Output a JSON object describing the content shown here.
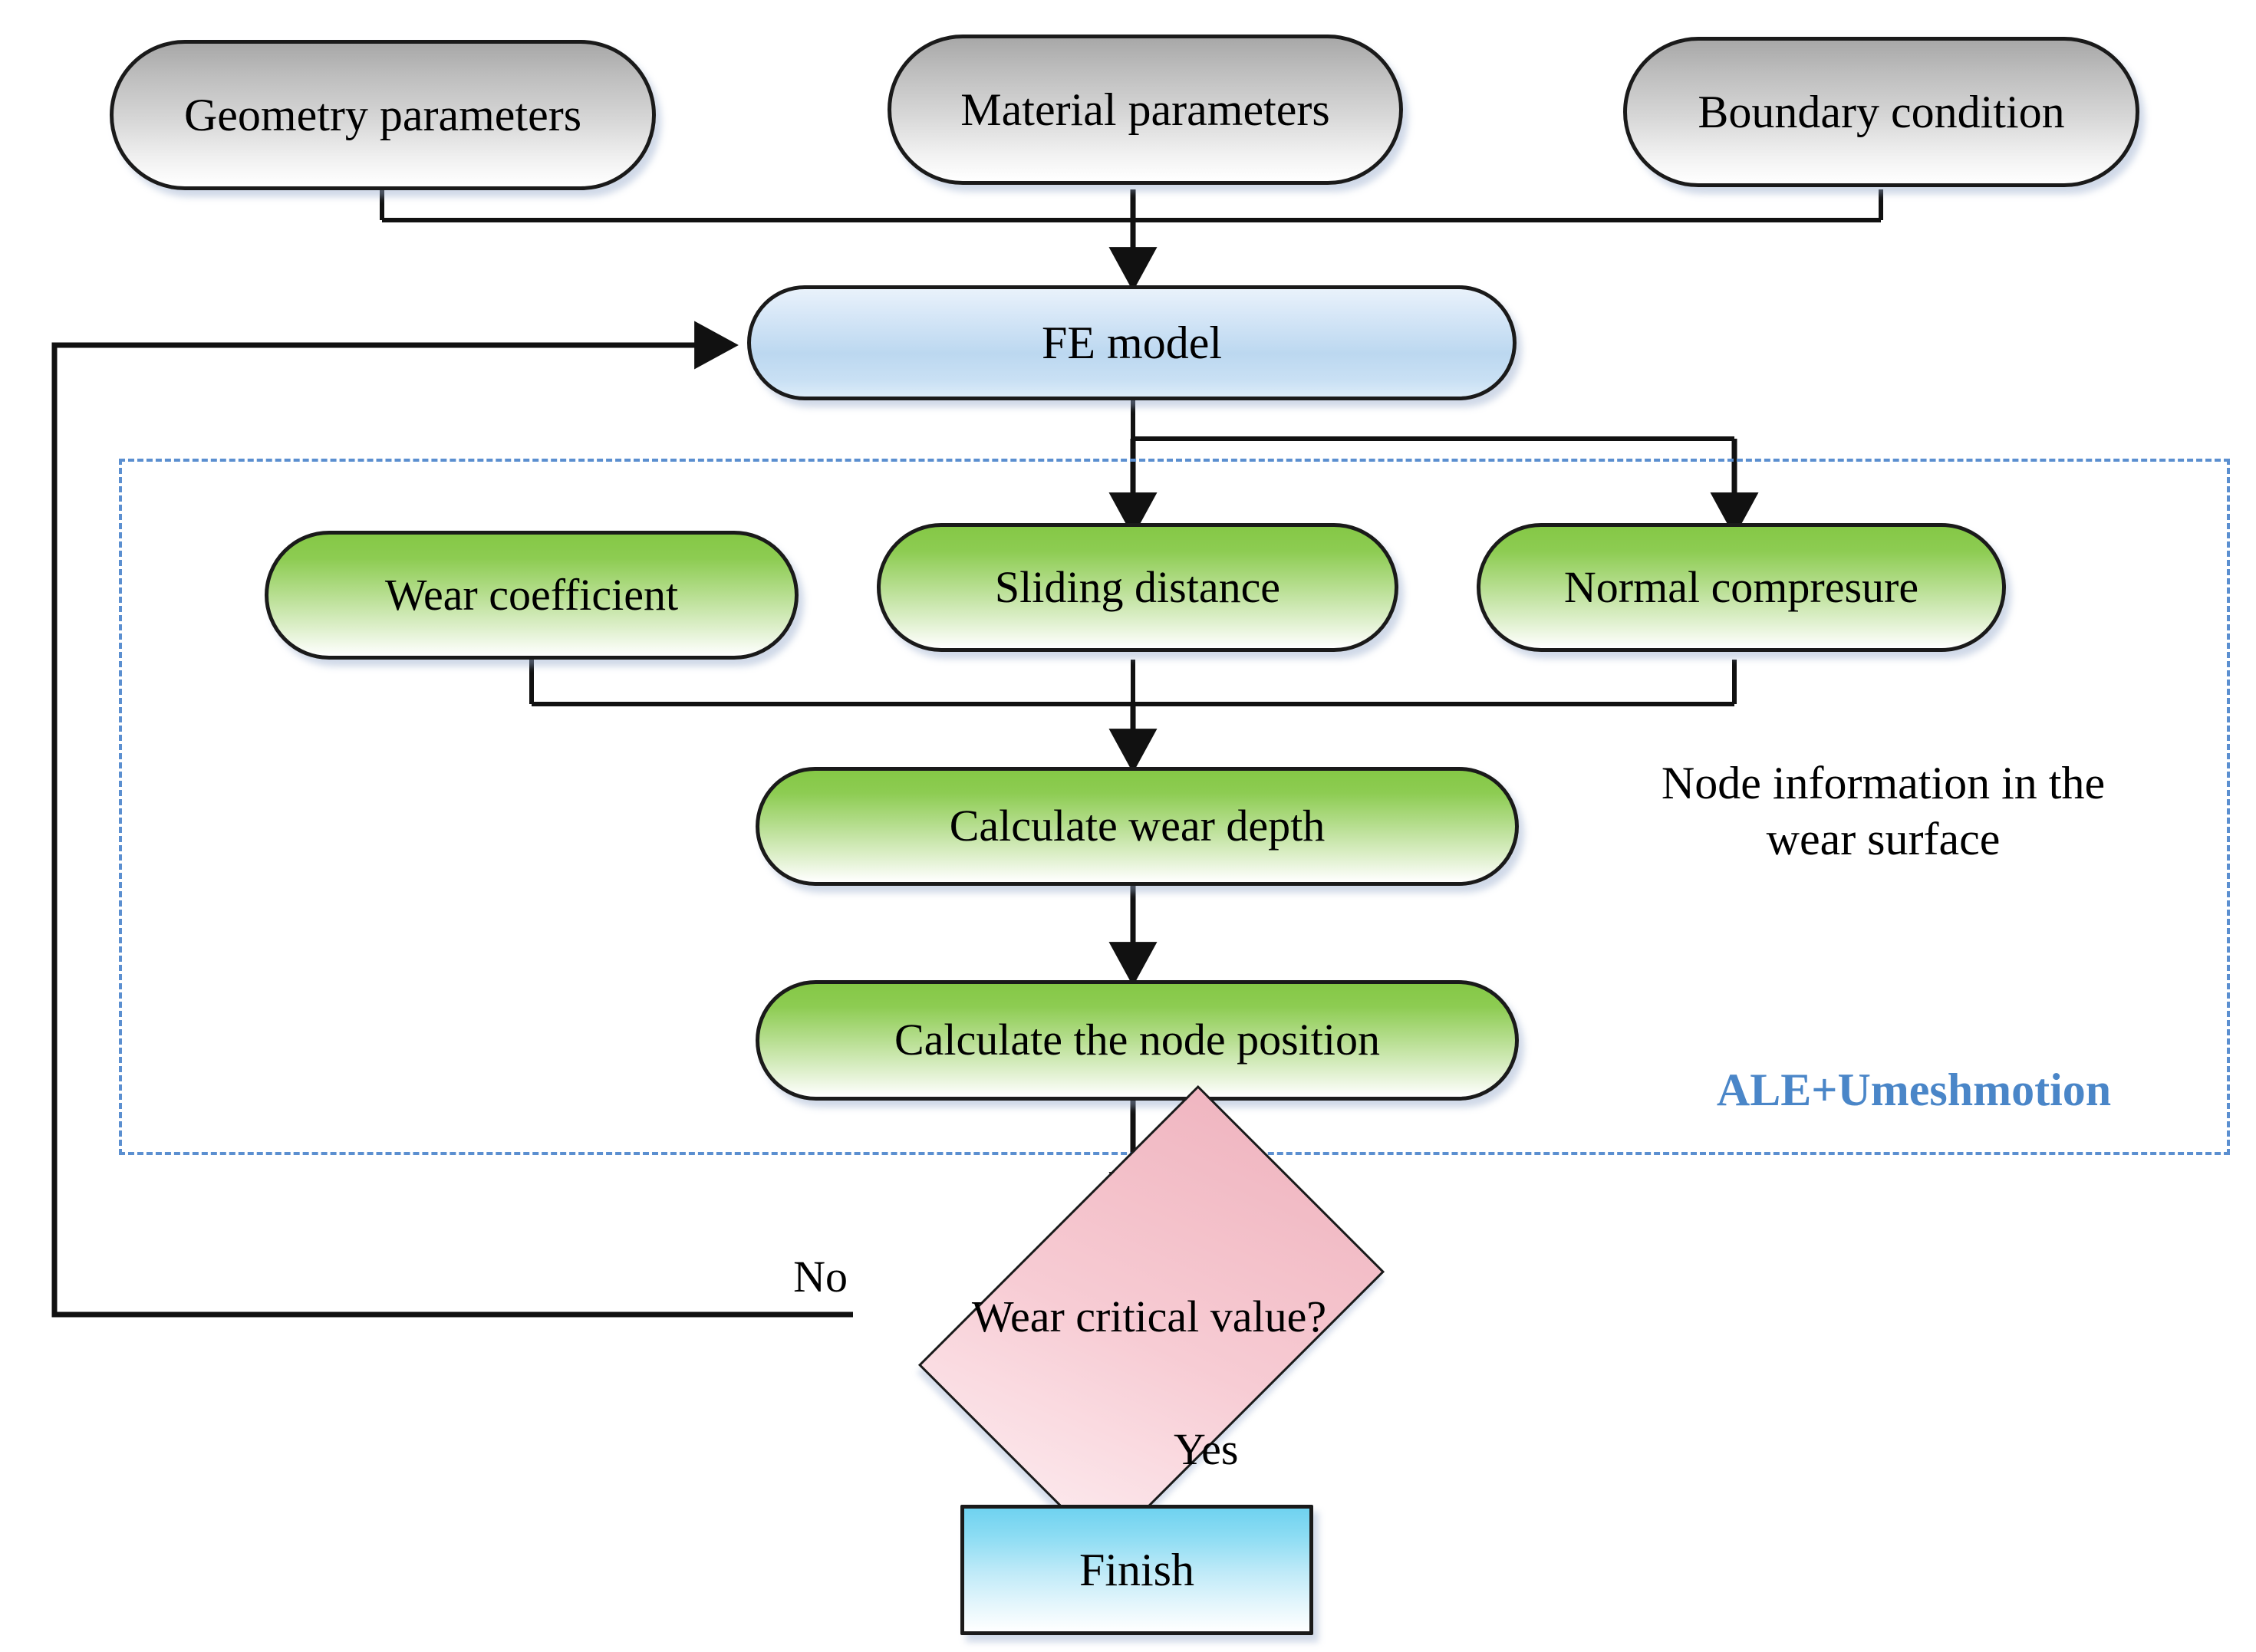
{
  "diagram": {
    "title": "Wear simulation finite element analysis flowchart",
    "colors": {
      "input_node_fill": "#c8c8c8",
      "model_node_fill": "#c6dcf2",
      "process_node_fill": "#8dcc52",
      "decision_node_fill": "#f4c2cb",
      "terminal_node_fill": "#8bdcf3",
      "dashed_group_border": "#5b8fd0",
      "annotation_blue": "#4a86c8",
      "edge_stroke": "#1a1a1a"
    },
    "inputs": [
      {
        "id": "geometry-parameters",
        "label": "Geometry parameters"
      },
      {
        "id": "material-parameters",
        "label": "Material parameters"
      },
      {
        "id": "boundary-condition",
        "label": "Boundary condition"
      }
    ],
    "model": {
      "id": "fe-model",
      "label": "FE model"
    },
    "wear_parameters": [
      {
        "id": "wear-coefficient",
        "label": "Wear coefficient"
      },
      {
        "id": "sliding-distance",
        "label": "Sliding distance"
      },
      {
        "id": "normal-compresure",
        "label": "Normal compresure"
      }
    ],
    "processes": [
      {
        "id": "calculate-wear-depth",
        "label": "Calculate wear depth"
      },
      {
        "id": "calculate-node-position",
        "label": "Calculate the node position"
      }
    ],
    "annotations": {
      "node_information_line1": "Node information in the",
      "node_information_line2": "wear surface",
      "subroutine": "ALE+Umeshmotion"
    },
    "decision": {
      "id": "wear-critical-value",
      "label": "Wear critical value?"
    },
    "edge_labels": {
      "no": "No",
      "yes": "Yes"
    },
    "terminal": {
      "id": "finish",
      "label": "Finish"
    }
  }
}
